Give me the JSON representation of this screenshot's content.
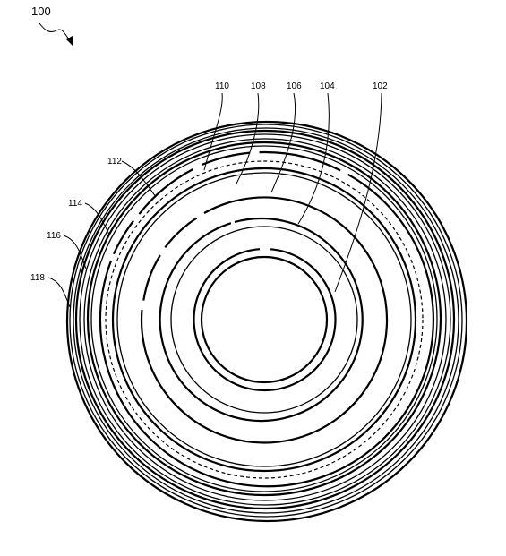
{
  "figure": {
    "number": "100",
    "labels": {
      "l110": "110",
      "l108": "108",
      "l106": "106",
      "l104": "104",
      "l102": "102",
      "l112": "112",
      "l114": "114",
      "l116": "116",
      "l118": "118"
    }
  }
}
